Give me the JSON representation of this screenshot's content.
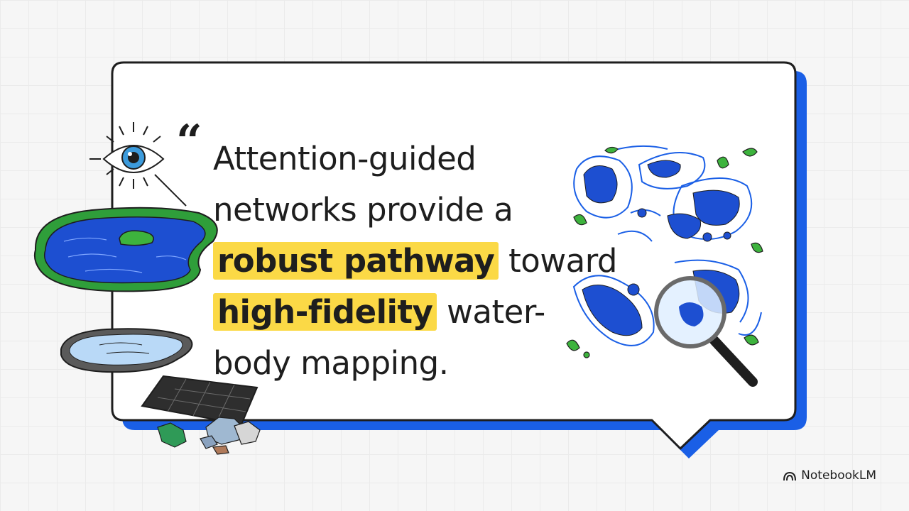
{
  "quote": {
    "open_mark": "“",
    "line1": "Attention-guided",
    "line2": "networks provide a",
    "highlight1": "robust pathway",
    "text3": " toward",
    "highlight2": "high-fidelity",
    "text4": " water-",
    "line5": "body mapping."
  },
  "brand": {
    "name": "NotebookLM"
  },
  "colors": {
    "accent_blue": "#1a5fe6",
    "highlight_yellow": "#fbd946",
    "ink": "#1e1e1e",
    "leaf_green": "#3db33d"
  },
  "illustrations": [
    "eye-icon",
    "lake-icon",
    "puddle-icon",
    "solar-panel-icon",
    "rubble-icon",
    "water-map-icon",
    "magnifier-icon",
    "leaf-icon"
  ]
}
